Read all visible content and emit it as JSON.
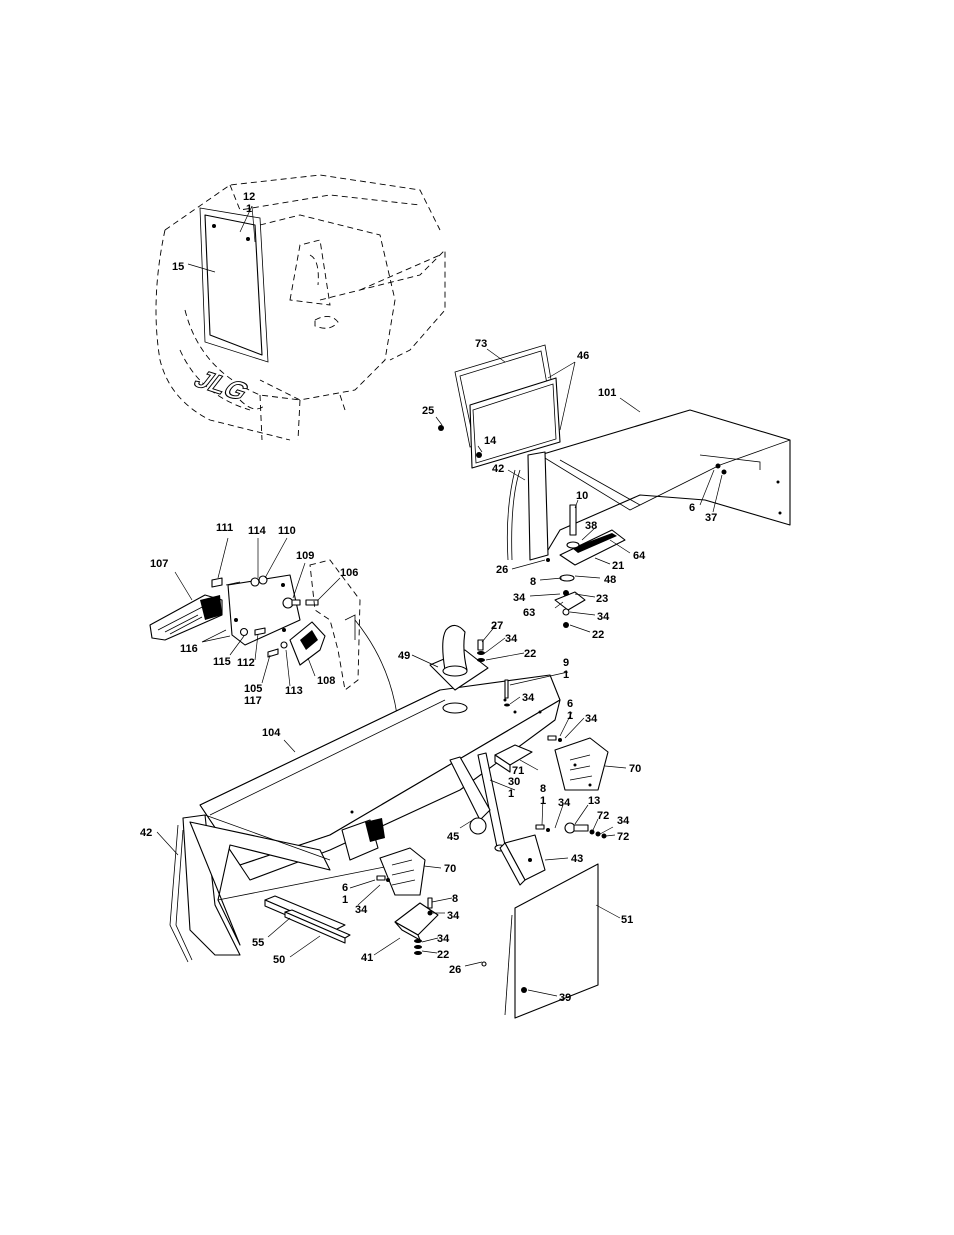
{
  "logo_text": "JLG",
  "labels": [
    "12",
    "1",
    "15",
    "73",
    "46",
    "101",
    "25",
    "14",
    "42",
    "10",
    "6",
    "37",
    "38",
    "64",
    "21",
    "48",
    "26",
    "8",
    "23",
    "34",
    "63",
    "34",
    "22",
    "111",
    "114",
    "110",
    "109",
    "107",
    "106",
    "116",
    "115",
    "112",
    "113",
    "108",
    "105",
    "117",
    "27",
    "34",
    "22",
    "49",
    "9",
    "1",
    "34",
    "6",
    "1",
    "34",
    "104",
    "70",
    "71",
    "30",
    "1",
    "8",
    "1",
    "34",
    "13",
    "72",
    "34",
    "72",
    "42",
    "45",
    "43",
    "70",
    "51",
    "6",
    "1",
    "34",
    "8",
    "34",
    "34",
    "22",
    "41",
    "26",
    "55",
    "50",
    "39"
  ]
}
